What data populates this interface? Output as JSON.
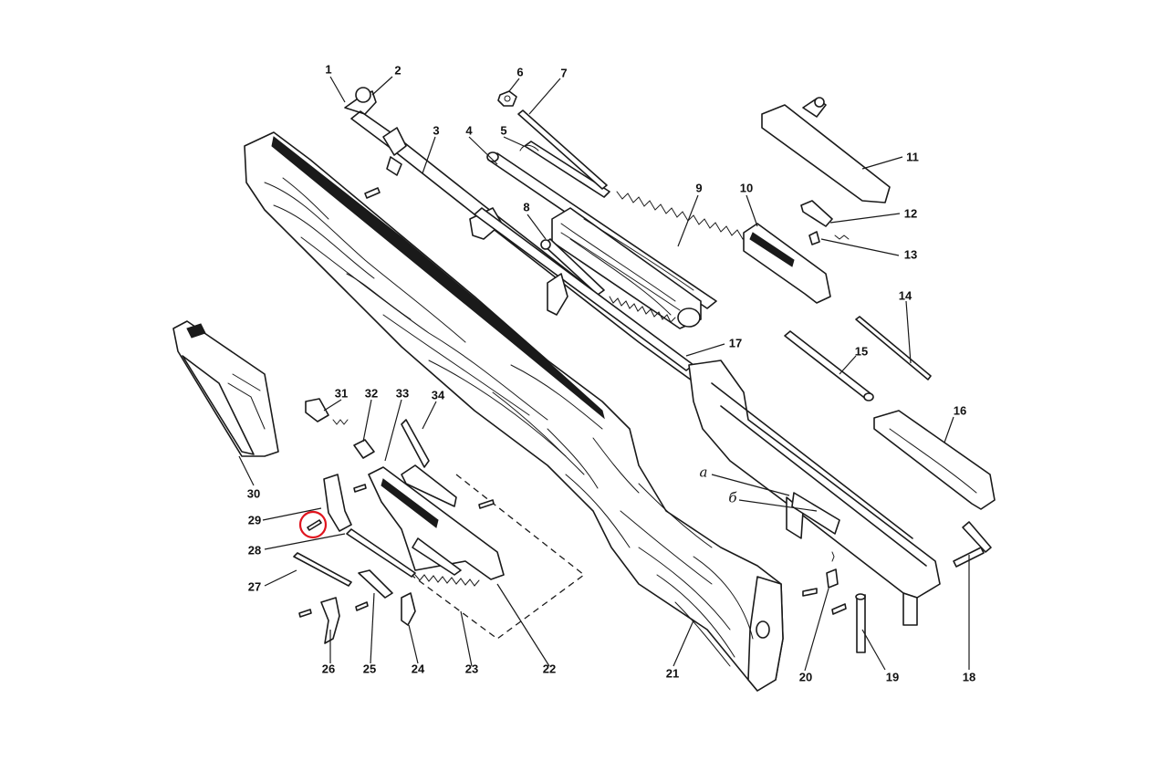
{
  "part_labels": [
    "1",
    "2",
    "3",
    "4",
    "5",
    "6",
    "7",
    "8",
    "9",
    "10",
    "11",
    "12",
    "13",
    "14",
    "15",
    "16",
    "17",
    "18",
    "19",
    "20",
    "21",
    "22",
    "23",
    "24",
    "25",
    "26",
    "27",
    "28",
    "29",
    "30",
    "31",
    "32",
    "33",
    "34"
  ],
  "letter_labels": [
    "а",
    "б"
  ],
  "highlight_color": "#e0141e",
  "ink_color": "#1a1a1a"
}
